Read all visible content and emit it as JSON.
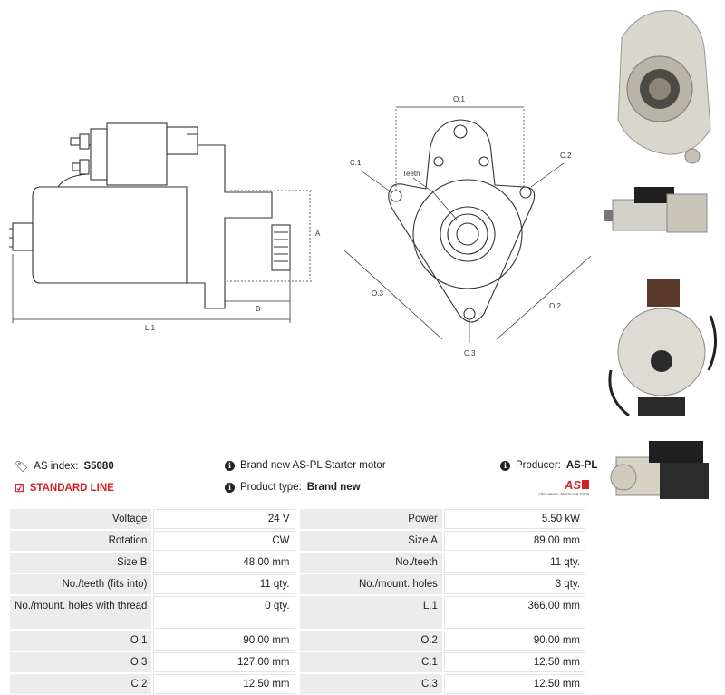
{
  "drawing": {
    "labels": {
      "L1": "L.1",
      "A": "A",
      "B": "B",
      "O1": "O.1",
      "O2": "O.2",
      "O3": "O.3",
      "C1": "C.1",
      "C2": "C.2",
      "C3": "C.3",
      "teeth": "Teeth"
    }
  },
  "info": {
    "as_index_label": "AS index:",
    "as_index_value": "S5080",
    "line_label": "STANDARD LINE",
    "description": "Brand new AS-PL Starter motor",
    "product_type_label": "Product type:",
    "product_type_value": "Brand new",
    "producer_label": "Producer:",
    "producer_value": "AS-PL",
    "logo_text": "AS",
    "logo_tagline": "Alternators, Starters & Parts"
  },
  "specs": [
    {
      "l1": "Voltage",
      "v1": "24 V",
      "l2": "Power",
      "v2": "5.50 kW"
    },
    {
      "l1": "Rotation",
      "v1": "CW",
      "l2": "Size A",
      "v2": "89.00 mm"
    },
    {
      "l1": "Size B",
      "v1": "48.00 mm",
      "l2": "No./teeth",
      "v2": "11 qty."
    },
    {
      "l1": "No./teeth (fits into)",
      "v1": "11 qty.",
      "l2": "No./mount. holes",
      "v2": "3 qty."
    },
    {
      "l1": "No./mount. holes with thread",
      "v1": "0 qty.",
      "l2": "L.1",
      "v2": "366.00 mm"
    },
    {
      "l1": "O.1",
      "v1": "90.00 mm",
      "l2": "O.2",
      "v2": "90.00 mm"
    },
    {
      "l1": "O.3",
      "v1": "127.00 mm",
      "l2": "C.1",
      "v2": "12.50 mm"
    },
    {
      "l1": "C.2",
      "v1": "12.50 mm",
      "l2": "C.3",
      "v2": "12.50 mm"
    }
  ]
}
